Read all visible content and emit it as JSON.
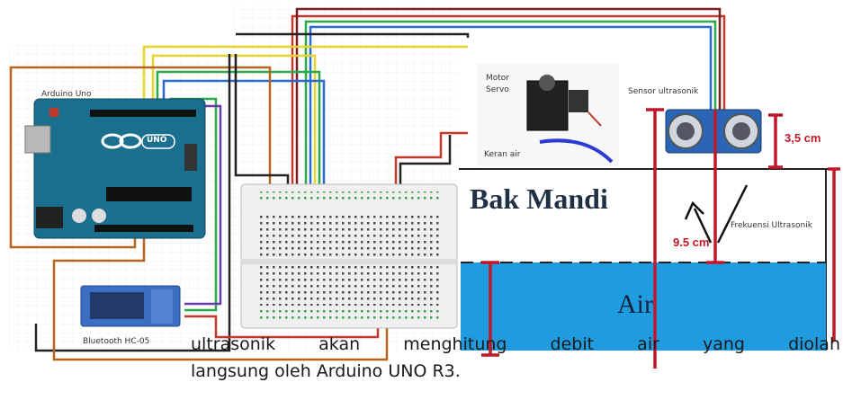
{
  "labels": {
    "arduino": "Arduino Uno",
    "uno_logo": "UNO",
    "motor_line1": "Motor",
    "motor_line2": "Servo",
    "keran": "Keran air",
    "sensor": "Sensor ultrasonik",
    "bak_mandi": "Bak Mandi",
    "frekuensi": "Frekuensi Ultrasonik",
    "dim_top": "3,5 cm",
    "dim_mid": "9.5 cm",
    "air": "Air",
    "bluetooth": "Bluetooth HC-05"
  },
  "caption": {
    "line1": "ultrasonik akan menghitung debit air yang diolah",
    "line2": "langsung oleh Arduino UNO R3."
  },
  "colors": {
    "arduino_board": "#1a6f8f",
    "water": "#1f9be0",
    "dimension_red": "#c0182a",
    "bt_module": "#3a6fc4"
  }
}
